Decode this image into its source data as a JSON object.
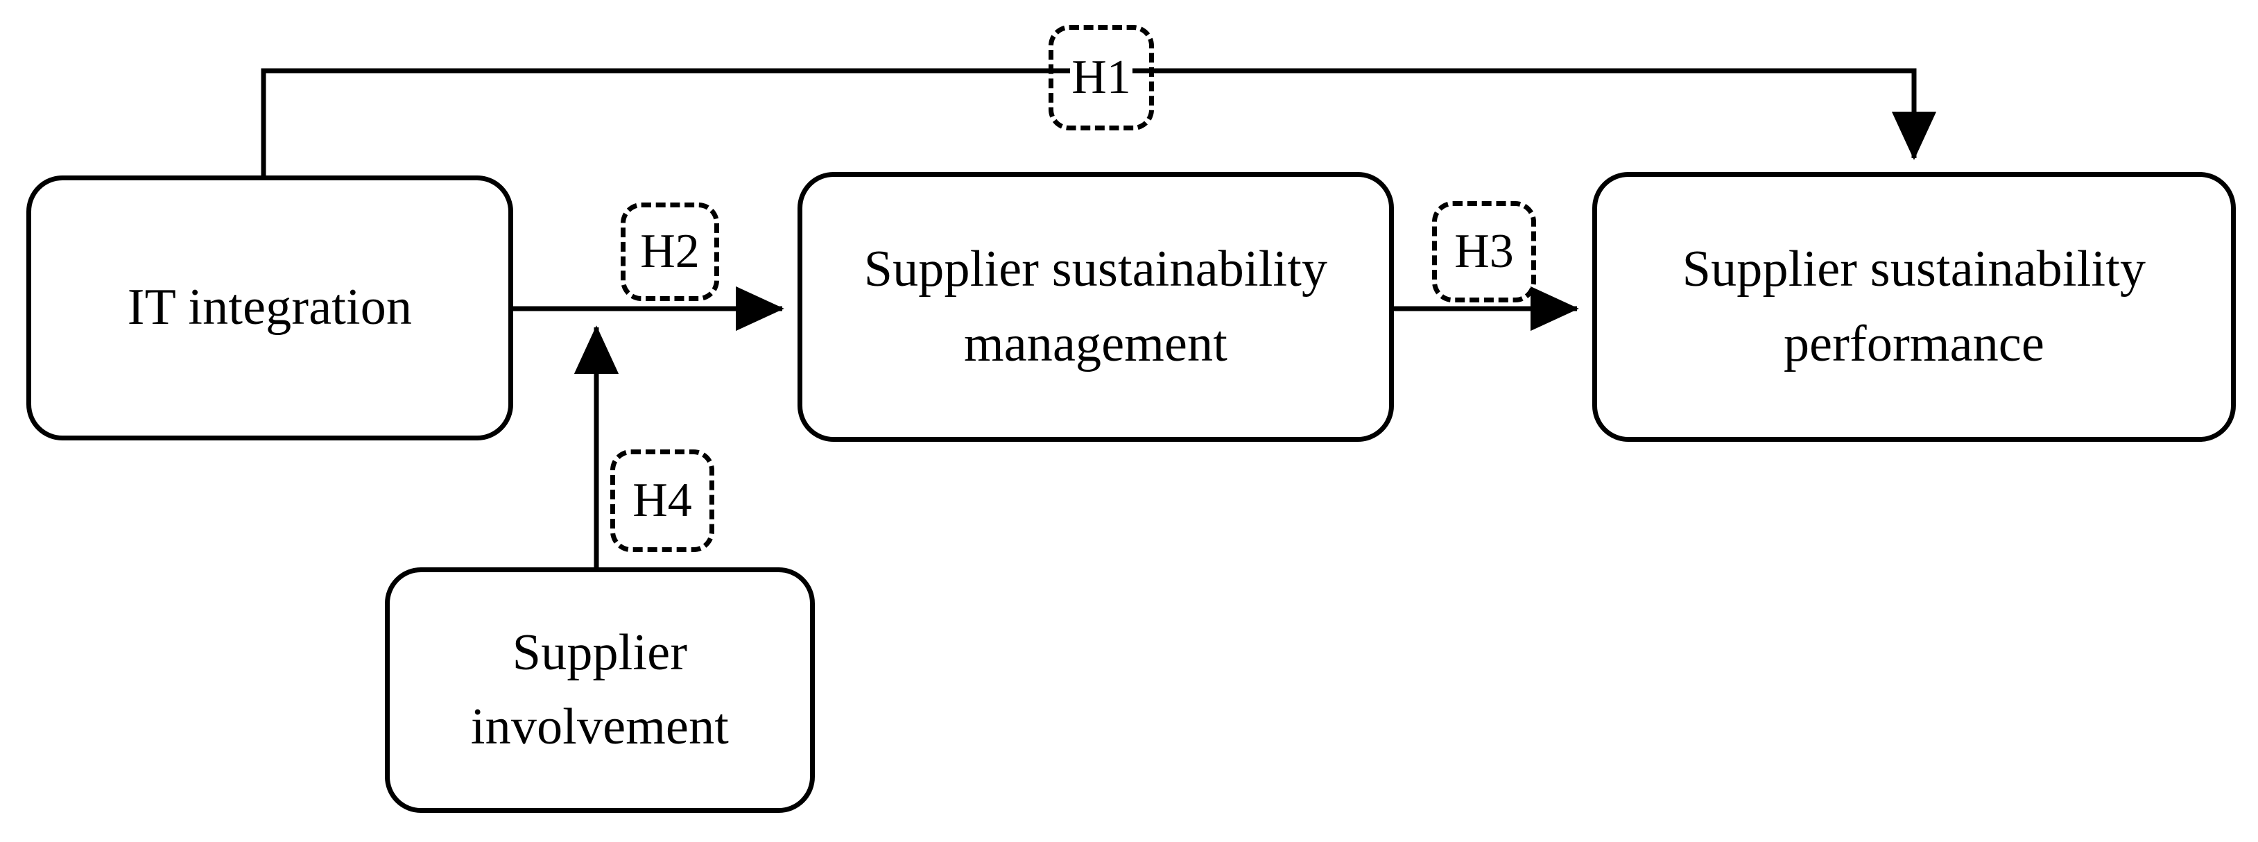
{
  "figure": {
    "type": "conceptual-research-model",
    "background_color": "#ffffff",
    "line_color": "#000000"
  },
  "nodes": [
    {
      "id": "it-integration",
      "label": "IT integration",
      "shape": "rounded-rectangle",
      "border_style": "solid"
    },
    {
      "id": "ss-management",
      "label": "Supplier sustainability\nmanagement",
      "shape": "rounded-rectangle",
      "border_style": "solid"
    },
    {
      "id": "ss-performance",
      "label": "Supplier sustainability\nperformance",
      "shape": "rounded-rectangle",
      "border_style": "solid"
    },
    {
      "id": "supplier-involvement",
      "label": "Supplier\ninvolvement",
      "shape": "rounded-rectangle",
      "border_style": "solid"
    }
  ],
  "hypotheses": [
    {
      "id": "h1",
      "label": "H1",
      "from": "it-integration",
      "to": "ss-performance",
      "route": "top-bypass",
      "border_style": "dashed"
    },
    {
      "id": "h2",
      "label": "H2",
      "from": "it-integration",
      "to": "ss-management",
      "route": "horizontal",
      "border_style": "dashed"
    },
    {
      "id": "h3",
      "label": "H3",
      "from": "ss-management",
      "to": "ss-performance",
      "route": "horizontal",
      "border_style": "dashed"
    },
    {
      "id": "h4",
      "label": "H4",
      "from": "supplier-involvement",
      "to": "h2-path",
      "route": "vertical-moderator",
      "border_style": "dashed"
    }
  ]
}
